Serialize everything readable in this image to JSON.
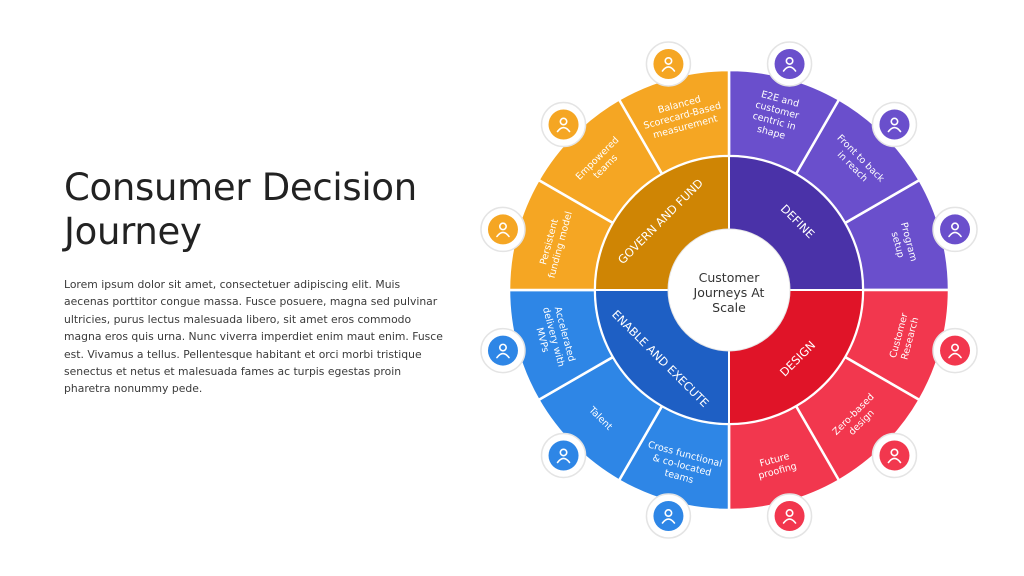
{
  "title": "Consumer Decision Journey",
  "body": "Lorem ipsum dolor sit amet, consectetuer adipiscing elit. Muis aecenas porttitor congue massa. Fusce posuere, magna sed pulvinar ultricies, purus lectus malesuada libero, sit amet eros commodo magna eros quis urna. Nunc viverra imperdiet enim maut enim. Fusce est. Vivamus a tellus. Pellentesque habitant et orci morbi tristique senectus et netus et malesuada fames ac turpis egestas proin pharetra nonummy pede.",
  "center": {
    "label": "Customer Journeys At Scale"
  },
  "quadrants": [
    {
      "key": "define",
      "label": "DEFINE",
      "color": "#6a4fcc",
      "inner_color": "#4a32a8",
      "segments": [
        {
          "label": "Program setup",
          "icon": "hand-gear-icon"
        },
        {
          "label": "Front to back in reach",
          "icon": "signal-tower-icon"
        },
        {
          "label": "E2E and customer centric in shape",
          "icon": "target-user-icon"
        }
      ]
    },
    {
      "key": "design",
      "label": "DESIGN",
      "color": "#f2374e",
      "inner_color": "#e01428",
      "segments": [
        {
          "label": "Customer Research",
          "icon": "users-search-icon"
        },
        {
          "label": "Zero-based design",
          "icon": "pencil-ruler-icon"
        },
        {
          "label": "Future proofing",
          "icon": "lightbulb-icon"
        }
      ]
    },
    {
      "key": "execute",
      "label": "ENABLE AND EXECUTE",
      "color": "#2e86e6",
      "inner_color": "#1e5fc4",
      "segments": [
        {
          "label": "Cross functional & co-located teams",
          "icon": "team-icon"
        },
        {
          "label": "Talent",
          "icon": "star-person-icon"
        },
        {
          "label": "Accelerated delivery with MVPs",
          "icon": "stopwatch-icon"
        }
      ]
    },
    {
      "key": "govern",
      "label": "GOVERN AND FUND",
      "color": "#f5a623",
      "inner_color": "#cf8504",
      "segments": [
        {
          "label": "Balanced Scorecard-Based measurement",
          "icon": "balance-scale-icon"
        },
        {
          "label": "Empowered teams",
          "icon": "team-circle-icon"
        },
        {
          "label": "Persistent funding model",
          "icon": "handshake-icon"
        }
      ]
    }
  ]
}
